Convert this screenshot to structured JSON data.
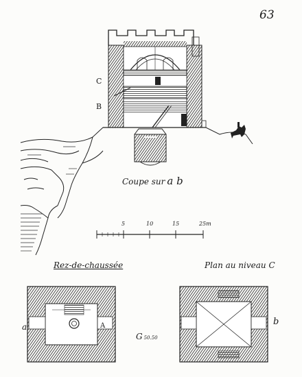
{
  "page_number": "63",
  "section": {
    "title": "Coupe sur",
    "letters": "a b"
  },
  "levels": {
    "c": "C",
    "b": "B"
  },
  "scale": {
    "ticks": [
      "5",
      "10",
      "15",
      "25m"
    ]
  },
  "plans": {
    "ground_floor": {
      "title": "Rez-de-chaussée",
      "label_left": "a",
      "label_entry": "A"
    },
    "level_c": {
      "title": "Plan au niveau C",
      "label_right": "b"
    }
  },
  "scale_note": {
    "text": "G",
    "small": "50.50"
  }
}
